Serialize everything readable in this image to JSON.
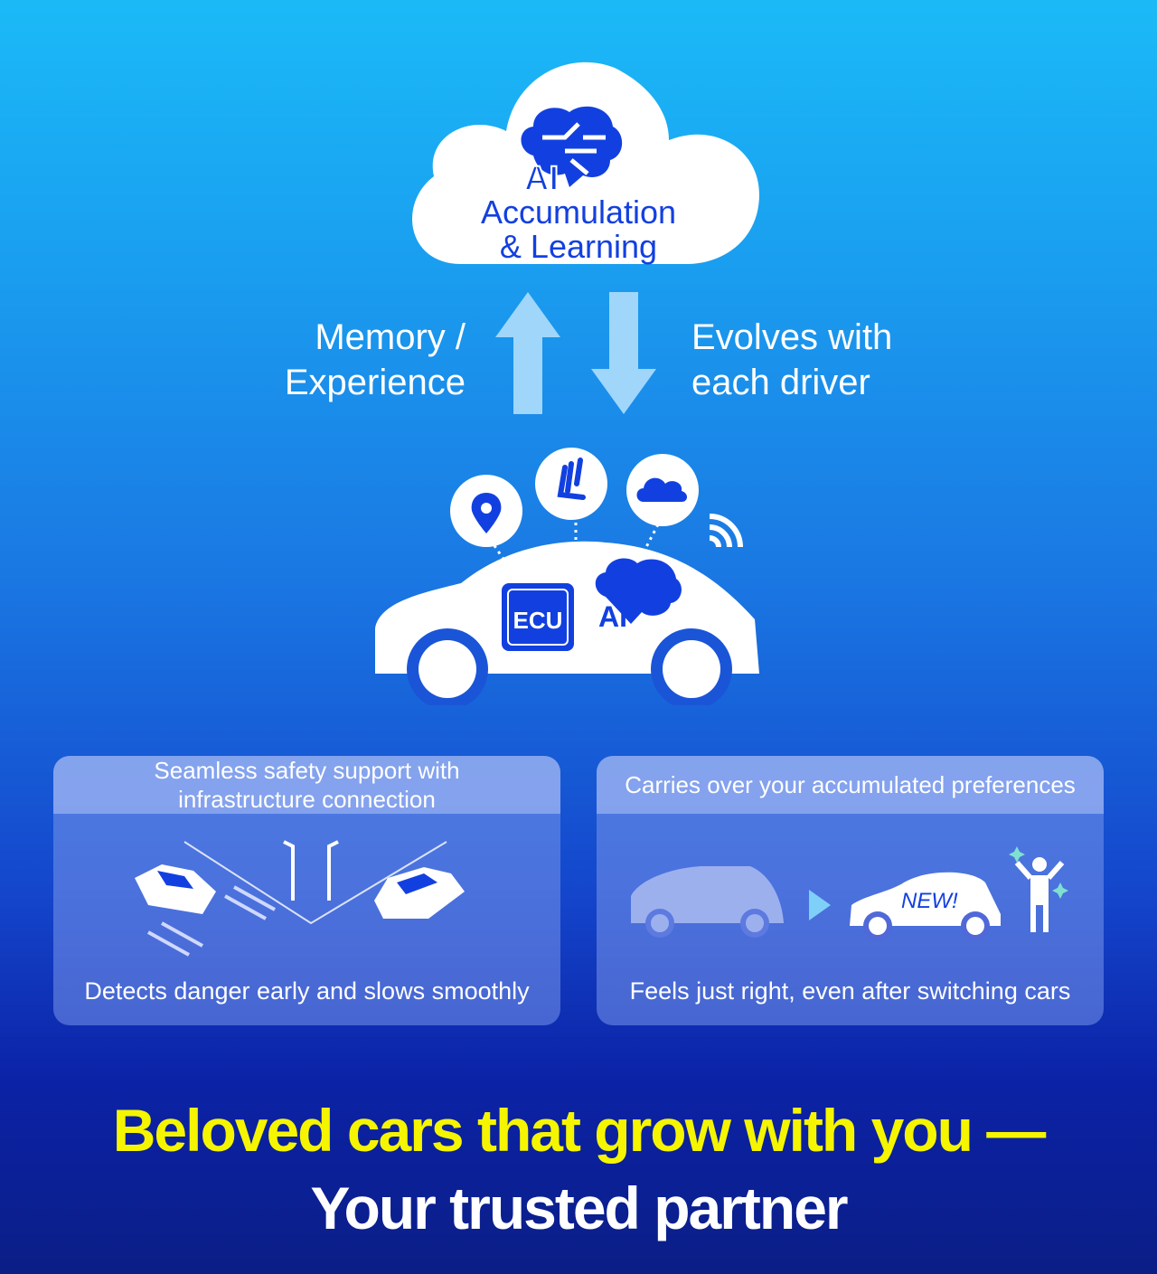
{
  "cloud": {
    "line1": "Accumulation",
    "line2": "& Learning",
    "icon": "ai-brain-icon"
  },
  "arrows": {
    "left_label_line1": "Memory /",
    "left_label_line2": "Experience",
    "right_label_line1": "Evolves with",
    "right_label_line2": "each driver"
  },
  "car": {
    "ecu_label": "ECU",
    "ai_label": "AI",
    "bubbles": [
      "location-pin-icon",
      "seat-icon",
      "cloud-icon"
    ]
  },
  "panels": [
    {
      "header_line1": "Seamless safety support with",
      "header_line2": "infrastructure connection",
      "footer": "Detects danger early and slows smoothly"
    },
    {
      "header": "Carries over your accumulated preferences",
      "new_label": "NEW!",
      "footer": "Feels just right, even after switching cars"
    }
  ],
  "tagline": {
    "line1": "Beloved cars that grow with you —",
    "line2": "Your trusted partner"
  },
  "colors": {
    "accent_blue": "#1240e0",
    "tagline_yellow": "#f5f500"
  }
}
